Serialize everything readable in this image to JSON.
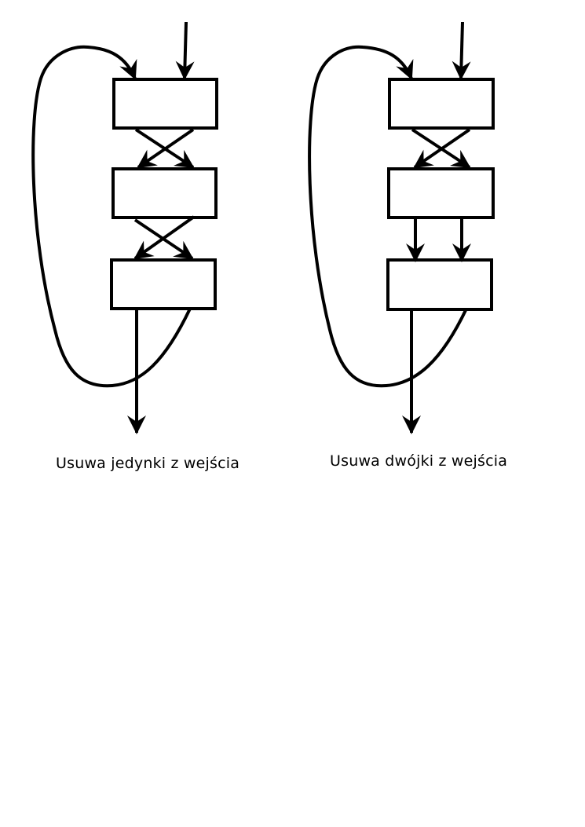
{
  "diagrams": [
    {
      "id": "remove-ones",
      "caption": "Usuwa jedynki z wejścia",
      "middle_connection": "crossed"
    },
    {
      "id": "remove-twos",
      "caption": "Usuwa dwójki z wejścia",
      "middle_connection": "parallel"
    }
  ],
  "colors": {
    "stroke": "#000000",
    "fill": "#ffffff"
  }
}
